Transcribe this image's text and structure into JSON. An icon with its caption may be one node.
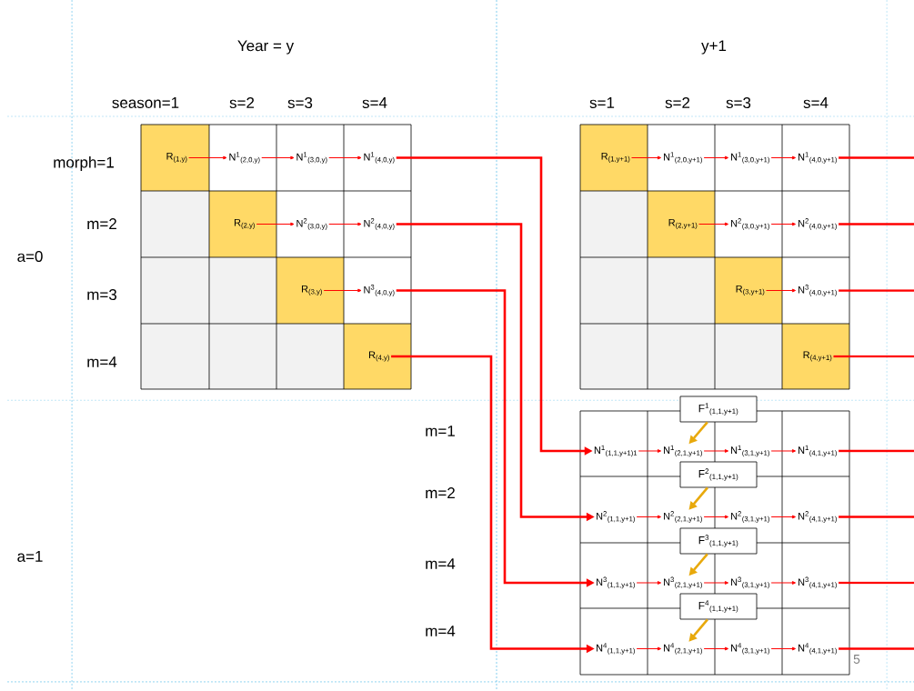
{
  "diagram": {
    "nodes": [
      {
        "text": [
          "R$_{(1,y)}$"
        ]
      },
      {
        "text": [
          "N$^{1}$$_{(2,0,y)}$"
        ]
      },
      {
        "text": [
          "N$^{1}$$_{(3,0,y)}$"
        ]
      },
      {
        "text": [
          "N$^{1}$$_{(4,0,y)}$"
        ]
      },
      {
        "text": [
          "R$_{(2,y)}$"
        ]
      },
      {
        "text": [
          "N$^{2}$$_{(3,0,y)}$"
        ]
      },
      {
        "text": [
          "N$^{2}$$_{(4,0,y)}$"
        ]
      },
      {
        "text": [
          "R$_{(3,y)}$"
        ]
      },
      {
        "text": [
          "N$^{3}$$_{(4,0,y)}$"
        ]
      },
      {
        "text": [
          "R$_{(4,y)}$"
        ]
      },
      {
        "text": [
          "R$_{(1,y+1)}$"
        ]
      },
      {
        "text": [
          "N$^{1}$$_{(2,0,y+1)}$"
        ]
      },
      {
        "text": [
          "N$^{1}$$_{(3,0,y+1)}$"
        ]
      },
      {
        "text": [
          "N$^{1}$$_{(4,0,y+1)}$"
        ]
      },
      {
        "text": [
          "R$_{(2,y+1)}$"
        ]
      },
      {
        "text": [
          "N$^{2}$$_{(3,0,y+1)}$"
        ]
      },
      {
        "text": [
          "N$^{2}$$_{(4,0,y+1)}$"
        ]
      },
      {
        "text": [
          "R$_{(3,y+1)}$"
        ]
      },
      {
        "text": [
          "N$^{3}$$_{(4,0,y+1)}$"
        ]
      },
      {
        "text": [
          "R$_{(4,y+1)}$"
        ]
      },
      {
        "text": [
          "N$^{1}$$_{(1,1,y+1)1}$"
        ]
      },
      {
        "text": [
          "N$^{1}$$_{(2,1,y+1)}$"
        ]
      },
      {
        "text": [
          "N$^{1}$$_{(3,1,y+1)}$"
        ]
      },
      {
        "text": [
          "N$^{1}$$_{(4,1,y+1)}$"
        ]
      },
      {
        "text": [
          "N$^{2}$$_{(1,1,y+1)}$"
        ]
      },
      {
        "text": [
          "N$^{2}$$_{(2,1,y+1)}$"
        ]
      },
      {
        "text": [
          "N$^{2}$$_{(3,1,y+1)}$"
        ]
      },
      {
        "text": [
          "N$^{2}$$_{(4,1,y+1)}$"
        ]
      },
      {
        "text": [
          "N$^{3}$$_{(1,1,y+1)}$"
        ]
      },
      {
        "text": [
          "N$^{3}$$_{(2,1,y+1)}$"
        ]
      },
      {
        "text": [
          "N$^{3}$$_{(3,1,y+1)}$"
        ]
      },
      {
        "text": [
          "N$^{3}$$_{(4,1,y+1)}$"
        ]
      },
      {
        "text": [
          "N$^{4}$$_{(1,1,y+1)}$"
        ]
      },
      {
        "text": [
          "N$^{4}$$_{(2,1,y+1)}$"
        ]
      },
      {
        "text": [
          "N$^{4}$$_{(3,1,y+1)}$"
        ]
      },
      {
        "text": [
          "N$^{4}$$_{(4,1,y+1)}$"
        ]
      },
      {
        "text": [
          "F$^{1}$$_{(1,1,y+1)}$"
        ]
      },
      {
        "text": [
          "F$^{2}$$_{(1,1,y+1)}$"
        ]
      },
      {
        "text": [
          "F$^{3}$$_{(1,1,y+1)}$"
        ]
      },
      {
        "text": [
          "F$^{4}$$_{(1,1,y+1)}$"
        ]
      }
    ],
    "edges": [
      {
        "from": 0,
        "to": 1,
        "arrow": "to"
      },
      {
        "from": 1,
        "to": 2,
        "arrow": "to"
      },
      {
        "from": 2,
        "to": 3,
        "arrow": "to"
      },
      {
        "from": 4,
        "to": 5,
        "arrow": "to"
      },
      {
        "from": 5,
        "to": 6,
        "arrow": "to"
      },
      {
        "from": 7,
        "to": 8,
        "arrow": "to"
      },
      {
        "from": 10,
        "to": 11,
        "arrow": "to"
      },
      {
        "from": 11,
        "to": 12,
        "arrow": "to"
      },
      {
        "from": 12,
        "to": 13,
        "arrow": "to"
      },
      {
        "from": 14,
        "to": 15,
        "arrow": "to"
      },
      {
        "from": 15,
        "to": 16,
        "arrow": "to"
      },
      {
        "from": 17,
        "to": 18,
        "arrow": "to"
      },
      {
        "from": 20,
        "to": 21,
        "arrow": "to"
      },
      {
        "from": 21,
        "to": 22,
        "arrow": "to"
      },
      {
        "from": 22,
        "to": 23,
        "arrow": "to"
      },
      {
        "from": 24,
        "to": 25,
        "arrow": "to"
      },
      {
        "from": 25,
        "to": 26,
        "arrow": "to"
      },
      {
        "from": 26,
        "to": 27,
        "arrow": "to"
      },
      {
        "from": 28,
        "to": 29,
        "arrow": "to"
      },
      {
        "from": 29,
        "to": 30,
        "arrow": "to"
      },
      {
        "from": 30,
        "to": 31,
        "arrow": "to"
      },
      {
        "from": 32,
        "to": 33,
        "arrow": "to"
      },
      {
        "from": 33,
        "to": 34,
        "arrow": "to"
      },
      {
        "from": 34,
        "to": 35,
        "arrow": "to"
      },
      {
        "from": 3,
        "to": 20,
        "arrow": "to",
        "style": "thick"
      },
      {
        "from": 6,
        "to": 24,
        "arrow": "to",
        "style": "thick"
      },
      {
        "from": 8,
        "to": 28,
        "arrow": "to",
        "style": "thick"
      },
      {
        "from": 9,
        "to": 32,
        "arrow": "to",
        "style": "thick"
      },
      {
        "from": 13,
        "to": null,
        "arrow": "none",
        "style": "thick"
      },
      {
        "from": 16,
        "to": null,
        "arrow": "none",
        "style": "thick"
      },
      {
        "from": 18,
        "to": null,
        "arrow": "none",
        "style": "thick"
      },
      {
        "from": 19,
        "to": null,
        "arrow": "none",
        "style": "thick"
      },
      {
        "from": 23,
        "to": null,
        "arrow": "none",
        "style": "thick"
      },
      {
        "from": 27,
        "to": null,
        "arrow": "none",
        "style": "thick"
      },
      {
        "from": 31,
        "to": null,
        "arrow": "none",
        "style": "thick"
      },
      {
        "from": 35,
        "to": null,
        "arrow": "none",
        "style": "thick"
      },
      {
        "from": 36,
        "to": 21,
        "arrow": "to",
        "style": "thick",
        "color": "#e8a90c"
      },
      {
        "from": 37,
        "to": 25,
        "arrow": "to",
        "style": "thick",
        "color": "#e8a90c"
      },
      {
        "from": 38,
        "to": 29,
        "arrow": "to",
        "style": "thick",
        "color": "#e8a90c"
      },
      {
        "from": 39,
        "to": 33,
        "arrow": "to",
        "style": "thick",
        "color": "#e8a90c"
      }
    ],
    "labels": [
      "Year = y",
      "y+1",
      "season=1",
      "s=2",
      "s=3",
      "s=4",
      "s=1",
      "s=2",
      "s=3",
      "s=4",
      "morph=1",
      "m=2",
      "a=0",
      "m=3",
      "m=4",
      "m=1",
      "m=2",
      "a=1",
      "m=4",
      "m=4",
      "5"
    ]
  }
}
